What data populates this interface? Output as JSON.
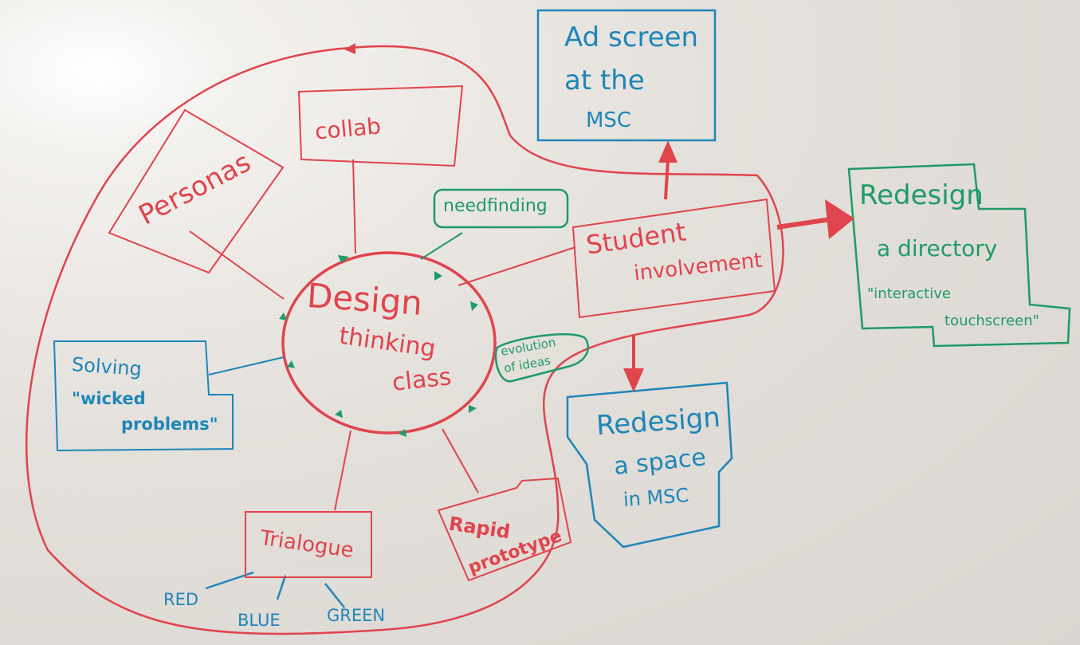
{
  "center": {
    "line1": "Design",
    "line2": "thinking",
    "line3": "class"
  },
  "nodes": {
    "collab": "collab",
    "personas": "Personas",
    "solving_line1": "Solving",
    "solving_line2": "\"wicked",
    "solving_line3": "problems\"",
    "trialogue": "Trialogue",
    "rapid_line1": "Rapid",
    "rapid_line2": "prototype",
    "needfinding": "needfinding",
    "evolution_line1": "evolution",
    "evolution_line2": "of ideas",
    "student_line1": "Student",
    "student_line2": "involvement"
  },
  "trialogue_colors": [
    "RED",
    "BLUE",
    "GREEN"
  ],
  "outcomes": {
    "ad_screen": [
      "Ad screen",
      "at the",
      "MSC"
    ],
    "redesign_directory": [
      "Redesign",
      "a directory",
      "\"interactive",
      "touchscreen\""
    ],
    "redesign_space": [
      "Redesign",
      "a space",
      "in MSC"
    ]
  },
  "colors": {
    "red": "#e0444c",
    "green": "#1f9b6a",
    "blue": "#1f86b8",
    "board": "#e4e0db"
  }
}
